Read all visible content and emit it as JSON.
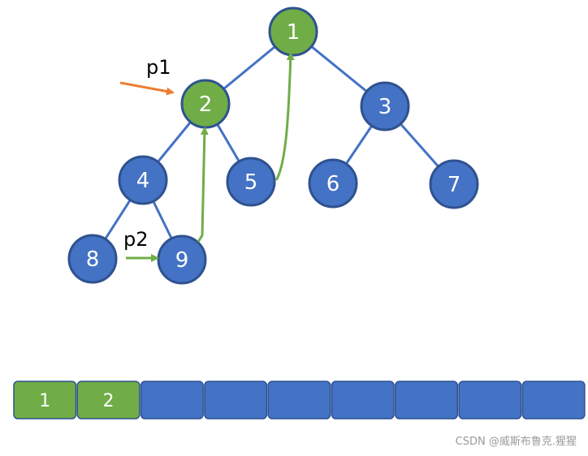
{
  "colors": {
    "blue": "#4472c4",
    "blue_stroke": "#2f528f",
    "green": "#70ad47",
    "green_stroke": "#2f528f",
    "orange": "#ed7d31",
    "edge": "#4472c4"
  },
  "tree": {
    "nodes": [
      {
        "label": "1",
        "highlight": true
      },
      {
        "label": "2",
        "highlight": true
      },
      {
        "label": "3",
        "highlight": false
      },
      {
        "label": "4",
        "highlight": false
      },
      {
        "label": "5",
        "highlight": false
      },
      {
        "label": "6",
        "highlight": false
      },
      {
        "label": "7",
        "highlight": false
      },
      {
        "label": "8",
        "highlight": false
      },
      {
        "label": "9",
        "highlight": false
      }
    ],
    "edges": [
      [
        1,
        2
      ],
      [
        1,
        3
      ],
      [
        2,
        4
      ],
      [
        2,
        5
      ],
      [
        3,
        6
      ],
      [
        3,
        7
      ],
      [
        4,
        8
      ],
      [
        4,
        9
      ]
    ]
  },
  "pointers": {
    "p1": {
      "label": "p1",
      "target": "2",
      "color": "orange"
    },
    "p2": {
      "label": "p2",
      "from": "8",
      "target": "9",
      "color": "green"
    }
  },
  "path_arrows": [
    {
      "from": "9",
      "to": "2"
    },
    {
      "from": "5",
      "to": "1"
    }
  ],
  "array": {
    "cells": [
      {
        "label": "1",
        "highlight": true
      },
      {
        "label": "2",
        "highlight": true
      },
      {
        "label": "",
        "highlight": false
      },
      {
        "label": "",
        "highlight": false
      },
      {
        "label": "",
        "highlight": false
      },
      {
        "label": "",
        "highlight": false
      },
      {
        "label": "",
        "highlight": false
      },
      {
        "label": "",
        "highlight": false
      },
      {
        "label": "",
        "highlight": false
      }
    ]
  },
  "watermark": "CSDN @威斯布鲁克.猩猩"
}
